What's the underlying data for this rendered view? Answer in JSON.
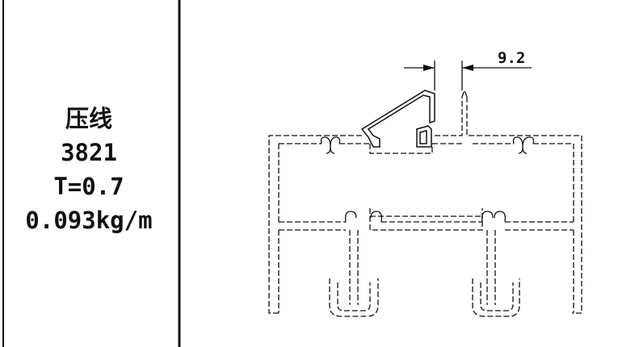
{
  "profile": {
    "name": "压线",
    "code": "3821",
    "thickness": "T=0.7",
    "weight": "0.093kg/m"
  },
  "dimension": {
    "value": "9.2"
  },
  "colors": {
    "line": "#111111",
    "background": "#ffffff"
  }
}
